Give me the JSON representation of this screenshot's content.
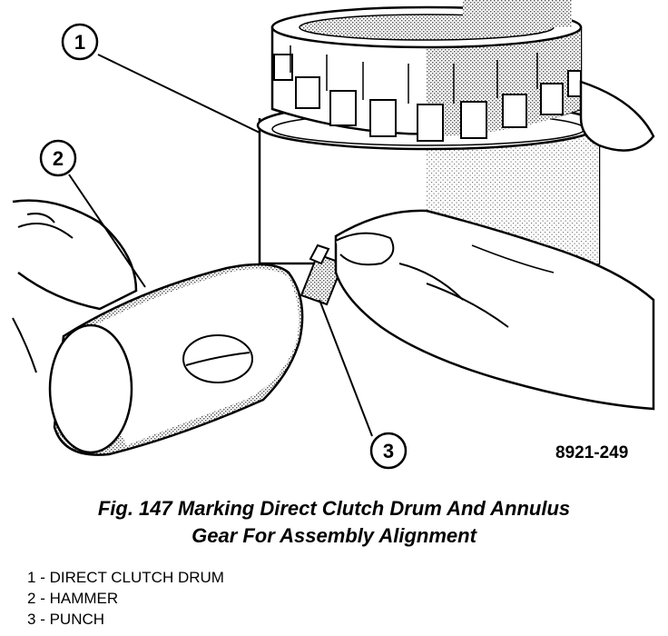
{
  "callouts": [
    "1",
    "2",
    "3"
  ],
  "figure_id": "8921-249",
  "caption": {
    "line1": "Fig. 147 Marking Direct Clutch Drum And Annulus",
    "line2": "Gear For Assembly Alignment"
  },
  "legend": [
    {
      "num": "1",
      "label": "DIRECT CLUTCH DRUM"
    },
    {
      "num": "2",
      "label": "HAMMER"
    },
    {
      "num": "3",
      "label": "PUNCH"
    }
  ]
}
